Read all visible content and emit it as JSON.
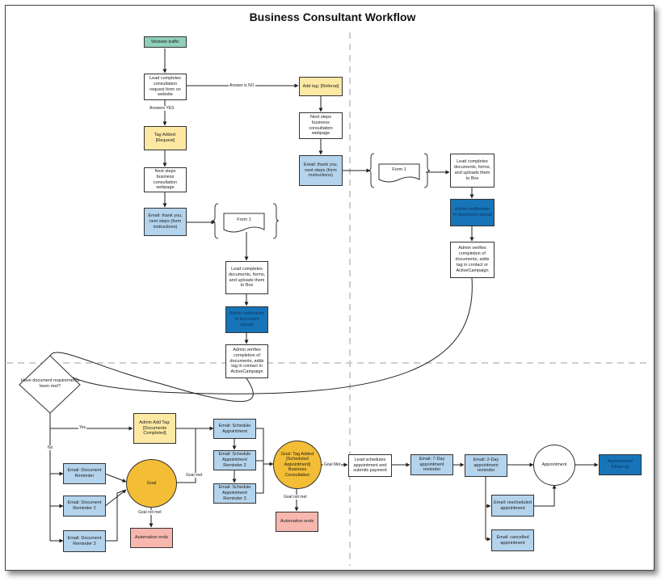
{
  "title": "Business Consultant Workflow",
  "nodes": {
    "website_traffic": "Website traffic",
    "lead_completes_form": "Lead completes consultation request form on website",
    "tag_added_request": "Tag Added: [Request]",
    "next_steps_page_left": "Next steps business consultation webpage",
    "email_thank_you_left": "Email: thank you, next steps (form instructions)",
    "form1_left": "Form 1",
    "lead_completes_docs_left": "Lead completes documents, forms, and uploads them to Box",
    "admin_notified_left": "Admin notification of document upload",
    "admin_verifies_left": "Admin verifies completion of documents, adds tag in contact in ActiveCampaign",
    "add_tag_referral": "Add tag: [Referral]",
    "next_steps_page_right": "Next steps business consultation webpage",
    "email_thank_you_right": "Email: thank you, next steps (form instructions)",
    "form1_right": "Form 1",
    "lead_completes_docs_right": "Lead completes documents, forms, and uploads them to Box",
    "admin_notified_right": "Admin notification of document upload",
    "admin_verifies_right": "Admin verifies completion of documents, adds tag in contact or ActiveCampaign",
    "decision": "Have document requirements been met?",
    "admin_add_tag_completed": "Admin Add Tag: [Documents Completed]",
    "email_doc_reminder_1": "Email: Document Reminder",
    "email_doc_reminder_2": "Email: Document Reminder 2",
    "email_doc_reminder_3": "Email: Document Reminder 3",
    "goal_1": "Goal",
    "automation_ends_1": "Automation ends",
    "email_schedule_appt": "Email: Schedule Appointment",
    "email_schedule_appt_2": "Email: Schedule Appointment Reminder 2",
    "email_schedule_appt_3": "Email: Schedule Appointment Reminder 3",
    "goal_2": "Goal: Tag Added [Scheduled Appointment] Business Consultation",
    "automation_ends_2": "Automation ends",
    "lead_schedules": "Lead schedules appointment and submits payment",
    "email_7day": "Email: 7-Day appointment reminder",
    "email_2day": "Email: 2-Day appointment reminder",
    "appointment": "Appointment",
    "appointment_follow_up": "Appointment follow-up",
    "email_rescheduled": "Email: rescheduled appointment",
    "email_cancelled": "Email: cancelled appointment"
  },
  "edge_labels": {
    "answer_is_no": "Answer is NO",
    "answers_yes": "Answers YES",
    "yes": "Yes",
    "no": "No",
    "goal_met_1": "Goal met",
    "goal_not_met_1": "Goal not met",
    "goal_met_2": "Goal Met",
    "goal_not_met_2": "Goal not met"
  },
  "colors": {
    "green": "#8fd0b8",
    "yellow": "#fde9a3",
    "light_blue": "#b4d3ec",
    "dark_blue": "#1774b8",
    "pink": "#f8b7ae",
    "goal_orange": "#f3bd35"
  }
}
